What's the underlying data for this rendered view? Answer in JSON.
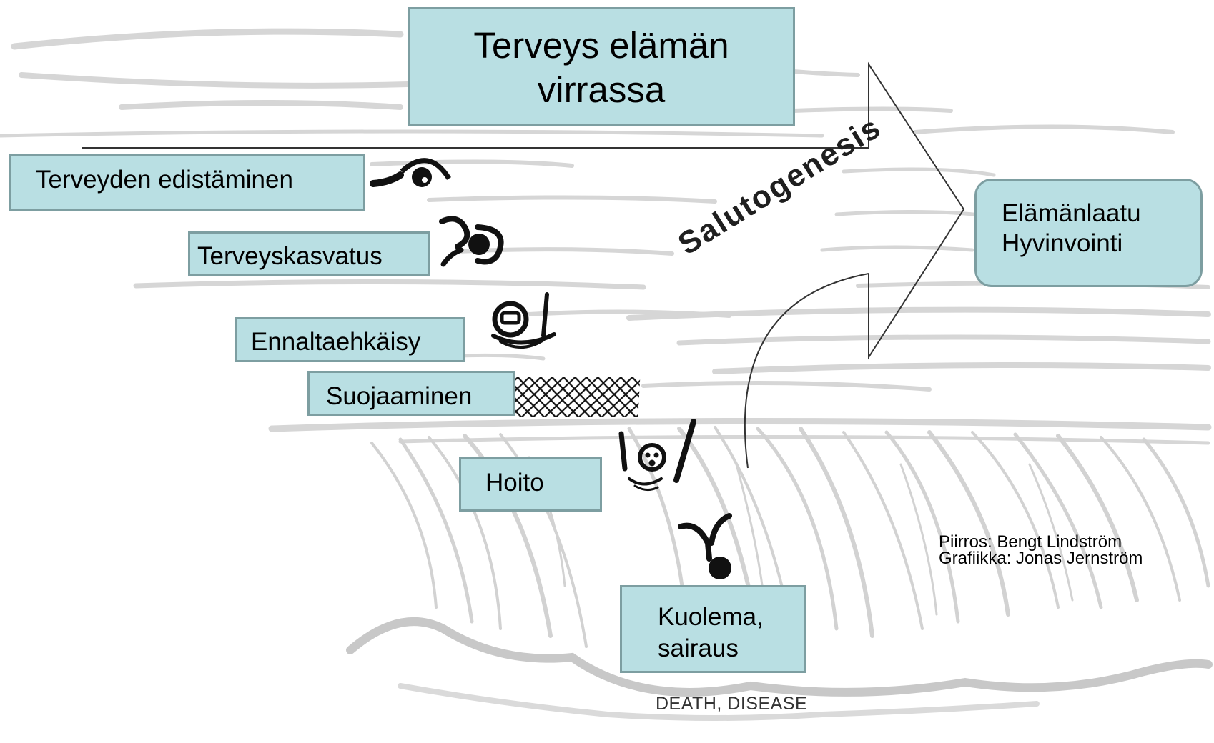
{
  "title": {
    "line1": "Terveys elämän",
    "line2": "virrassa"
  },
  "goal": {
    "line1": "Elämänlaatu",
    "line2": "Hyvinvointi"
  },
  "arrow_label": "Salutogenesis",
  "steps": [
    {
      "label": "Terveyden edistäminen"
    },
    {
      "label": "Terveyskasvatus"
    },
    {
      "label": "Ennaltaehkäisy"
    },
    {
      "label": "Suojaaminen"
    },
    {
      "label": "Hoito"
    }
  ],
  "end_state": {
    "line1": "Kuolema,",
    "line2": "sairaus"
  },
  "death_caption": "DEATH, DISEASE",
  "credits": {
    "drawing": "Piirros: Bengt Lindström",
    "graphics": "Grafiikka: Jonas Jernström"
  },
  "colors": {
    "box_fill": "#b9dfe3",
    "box_border": "#7d9ea1",
    "river_lines": "#d4d4d4"
  },
  "icons": [
    "swimmer-freestyle-icon",
    "swimmer-backstroke-icon",
    "snorkeler-icon",
    "safety-net-icon",
    "drowning-person-icon",
    "falling-person-icon"
  ]
}
